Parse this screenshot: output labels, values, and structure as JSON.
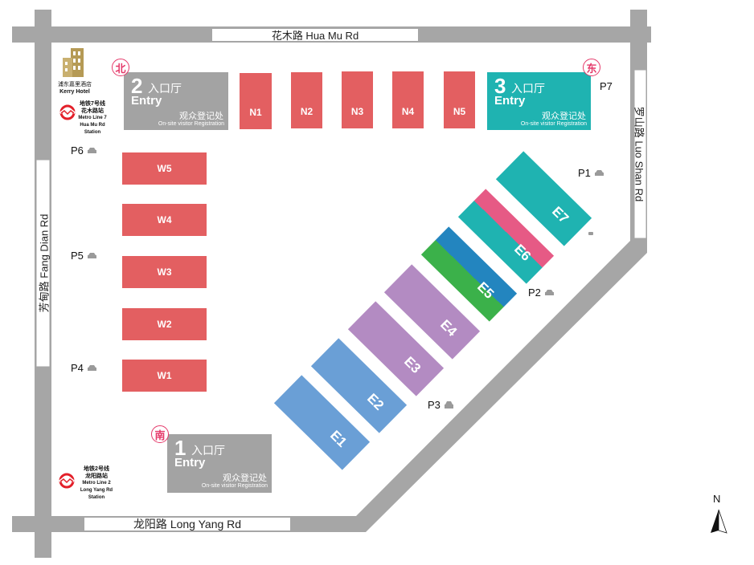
{
  "roads": {
    "north": "花木路 Hua Mu Rd",
    "south": "龙阳路 Long Yang Rd",
    "west": "芳甸路 Fang Dian Rd",
    "east": "罗山路 Luo Shan Rd"
  },
  "landmarks": {
    "hotel": {
      "zh": "浦东嘉里酒店",
      "en": "Kerry Hotel"
    },
    "metro_north": {
      "zh1": "地铁7号线",
      "zh2": "花木路站",
      "en1": "Metro Line 7",
      "en2": "Hua Mu Rd Station"
    },
    "metro_south": {
      "zh1": "地铁2号线",
      "zh2": "龙阳路站",
      "en1": "Metro Line 2",
      "en2": "Long Yang Rd Station"
    }
  },
  "directions": {
    "north": "北",
    "east": "东",
    "south": "南"
  },
  "entries": [
    {
      "num": "1",
      "zh": "入口厅",
      "en": "Entry",
      "reg_zh": "观众登记处",
      "reg_en": "On-site visitor Registration"
    },
    {
      "num": "2",
      "zh": "入口厅",
      "en": "Entry",
      "reg_zh": "观众登记处",
      "reg_en": "On-site visitor Registration"
    },
    {
      "num": "3",
      "zh": "入口厅",
      "en": "Entry",
      "reg_zh": "观众登记处",
      "reg_en": "On-site visitor Registration"
    }
  ],
  "halls": {
    "north": [
      "N1",
      "N2",
      "N3",
      "N4",
      "N5"
    ],
    "west": [
      "W5",
      "W4",
      "W3",
      "W2",
      "W1"
    ],
    "east": [
      "E1",
      "E2",
      "E3",
      "E4",
      "E5",
      "E6",
      "E7"
    ]
  },
  "parking": [
    "P1",
    "P2",
    "P3",
    "P4",
    "P5",
    "P6",
    "P7"
  ],
  "compass": "N",
  "colors": {
    "road": "#a6a6a6",
    "hall_red": "#e35f61",
    "entry_gray": "#a3a3a3",
    "teal": "#1fb3b1",
    "blue_light": "#6a9fd6",
    "purple": "#b38bc2",
    "green": "#3bb14a",
    "blue_dark": "#2385bf",
    "pink": "#e65a85"
  }
}
